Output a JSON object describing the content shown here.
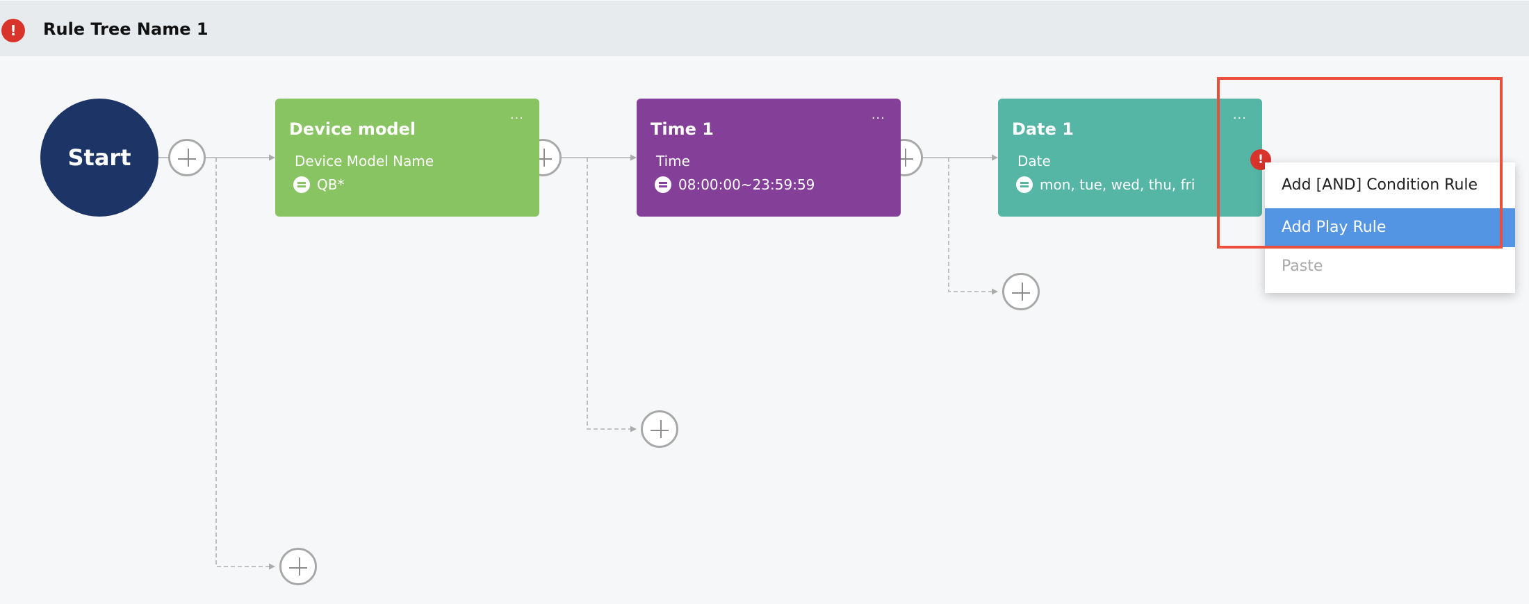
{
  "header": {
    "title": "Rule Tree Name 1",
    "error_icon": "!"
  },
  "start_node": {
    "label": "Start"
  },
  "nodes": [
    {
      "title": "Device model",
      "field": "Device Model Name",
      "operator_icon": "equals-icon",
      "value": "QB*",
      "color": "#88c462",
      "more": "···"
    },
    {
      "title": "Time 1",
      "field": "Time",
      "operator_icon": "equals-icon",
      "value": "08:00:00~23:59:59",
      "color": "#843f98",
      "more": "···"
    },
    {
      "title": "Date 1",
      "field": "Date",
      "operator_icon": "equals-icon",
      "value": "mon, tue, wed, thu, fri",
      "color": "#56b6a6",
      "more": "···",
      "error_badge": "!"
    }
  ],
  "context_menu": {
    "items": [
      {
        "label": "Add [AND] Condition Rule",
        "state": "normal"
      },
      {
        "label": "Add Play Rule",
        "state": "highlighted"
      },
      {
        "label": "Paste",
        "state": "disabled"
      }
    ]
  },
  "colors": {
    "start": "#1c3466",
    "highlight_box": "#e94f3c",
    "menu_highlight": "#5394e3",
    "error": "#d8342b"
  }
}
